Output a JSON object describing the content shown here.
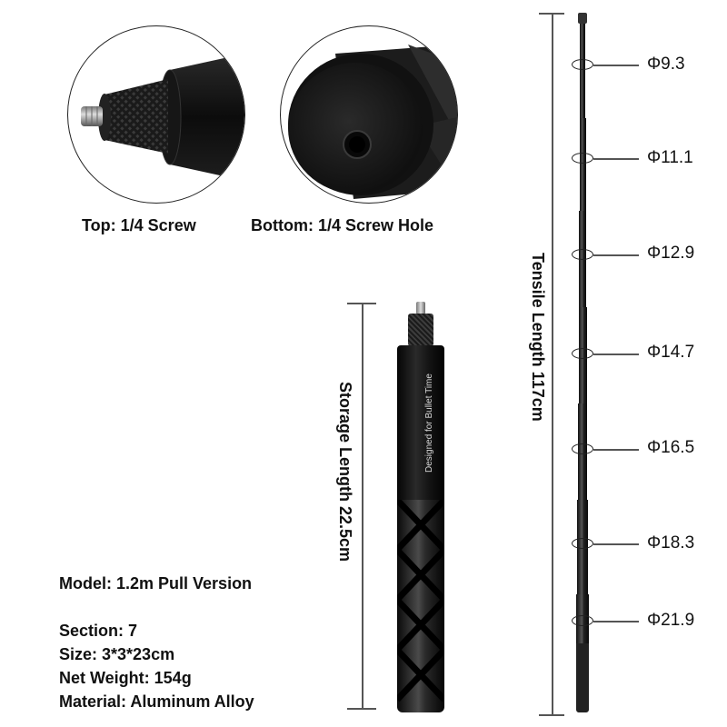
{
  "detail_views": {
    "top": {
      "caption": "Top: 1/4 Screw",
      "icon": "knurled-screw-mount"
    },
    "bottom": {
      "caption": "Bottom: 1/4 Screw Hole",
      "icon": "threaded-screw-hole"
    }
  },
  "storage": {
    "label": "Storage Length 22.5cm",
    "engraving": "Designed for Bullet Time"
  },
  "tensile": {
    "label": "Tensile Length 117cm",
    "diameters": [
      "Φ9.3",
      "Φ11.1",
      "Φ12.9",
      "Φ14.7",
      "Φ16.5",
      "Φ18.3",
      "Φ21.9"
    ]
  },
  "specs": {
    "model": "Model: 1.2m Pull Version",
    "section": "Section: 7",
    "size": "Size: 3*3*23cm",
    "weight": "Net Weight: 154g",
    "material": "Material: Aluminum Alloy"
  },
  "colors": {
    "background": "#ffffff",
    "product": "#111111",
    "dimension_lines": "#555555"
  }
}
